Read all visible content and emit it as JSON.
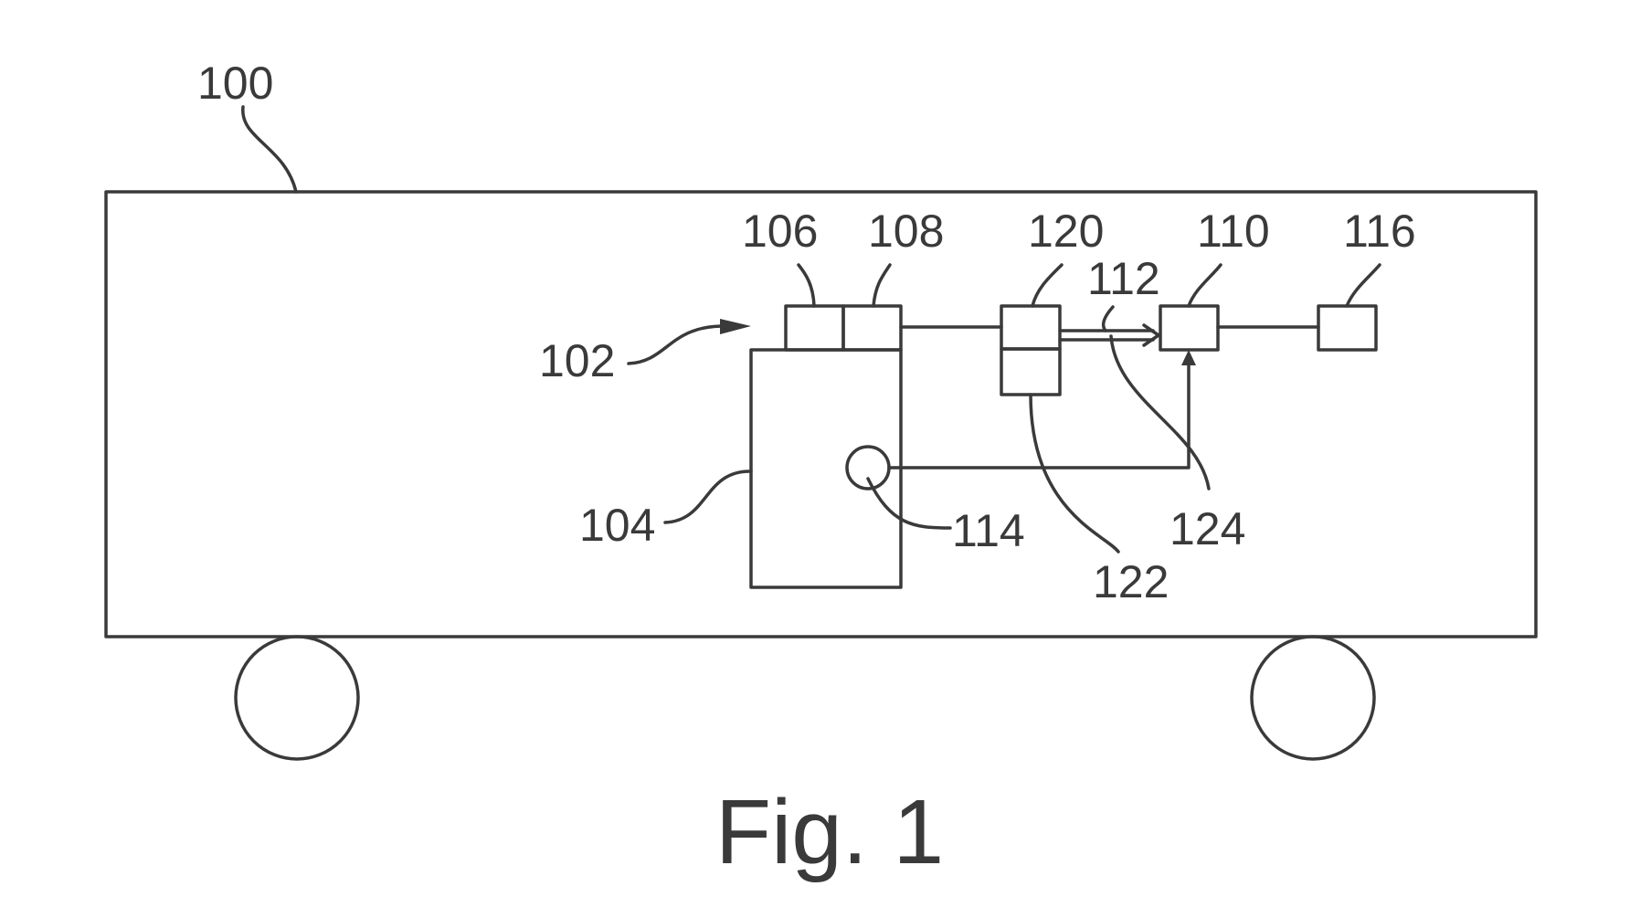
{
  "labels": {
    "vehicle": "100",
    "system": "102",
    "unit_104": "104",
    "block_106": "106",
    "block_108": "108",
    "block_110": "110",
    "signal_112": "112",
    "sensor_114": "114",
    "block_116": "116",
    "block_120": "120",
    "block_122": "122",
    "signal_124": "124"
  },
  "caption": "Fig. 1",
  "colors": {
    "line": "#3a3a3a",
    "background": "#ffffff"
  }
}
